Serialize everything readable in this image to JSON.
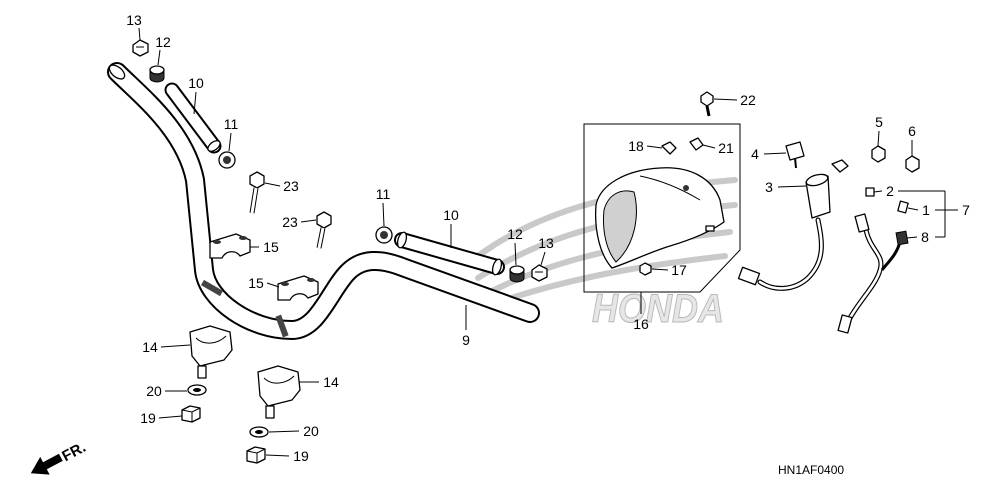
{
  "diagram": {
    "callouts": [
      "13",
      "12",
      "10",
      "11",
      "23",
      "23",
      "15",
      "15",
      "14",
      "14",
      "20",
      "19",
      "20",
      "19",
      "11",
      "10",
      "12",
      "13",
      "9",
      "22",
      "18",
      "21",
      "17",
      "16",
      "4",
      "3",
      "5",
      "6",
      "2",
      "1",
      "7",
      "8"
    ],
    "direction_label": "FR.",
    "code": "HN1AF0400",
    "watermark": "HONDA"
  },
  "colors": {
    "line": "#000000",
    "background": "#ffffff",
    "watermark": "#d9d9d9"
  },
  "icons": {
    "direction_arrow": "front-direction-arrow-icon"
  }
}
